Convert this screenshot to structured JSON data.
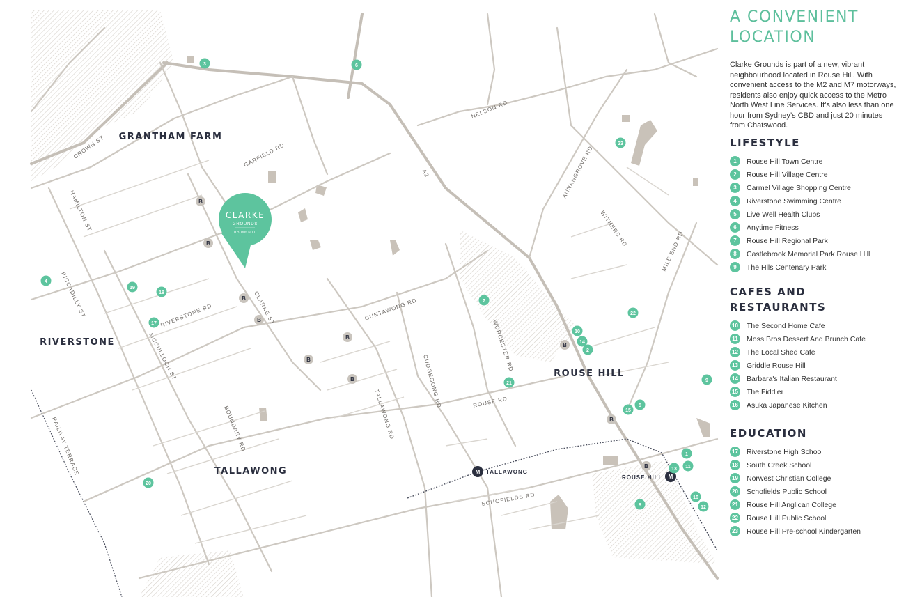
{
  "panel": {
    "title": "A CONVENIENT LOCATION",
    "intro": "Clarke Grounds is part of a new, vibrant neighbourhood located in Rouse Hill. With convenient access to the M2 and M7 motorways, residents also enjoy quick access to the Metro North West Line Services. It’s also less than one hour from Sydney’s CBD and just 20 minutes from Chatswood.",
    "sections": [
      {
        "heading": "LIFESTYLE",
        "items": [
          {
            "n": "1",
            "label": "Rouse Hill Town Centre"
          },
          {
            "n": "2",
            "label": "Rouse Hill Village Centre"
          },
          {
            "n": "3",
            "label": "Carmel Village Shopping Centre"
          },
          {
            "n": "4",
            "label": "Riverstone Swimming Centre"
          },
          {
            "n": "5",
            "label": "Live Well Health Clubs"
          },
          {
            "n": "6",
            "label": "Anytime Fitness"
          },
          {
            "n": "7",
            "label": "Rouse Hill Regional Park"
          },
          {
            "n": "8",
            "label": "Castlebrook Memorial Park Rouse Hill"
          },
          {
            "n": "9",
            "label": "The Hlls Centenary Park"
          }
        ]
      },
      {
        "heading": "CAFES AND RESTAURANTS",
        "items": [
          {
            "n": "10",
            "label": "The Second Home Cafe"
          },
          {
            "n": "11",
            "label": "Moss Bros Dessert And Brunch Cafe"
          },
          {
            "n": "12",
            "label": "The Local Shed Cafe"
          },
          {
            "n": "13",
            "label": "Griddle Rouse Hill"
          },
          {
            "n": "14",
            "label": "Barbara's Italian Restaurant"
          },
          {
            "n": "15",
            "label": "The Fiddler"
          },
          {
            "n": "16",
            "label": "Asuka Japanese Kitchen"
          }
        ]
      },
      {
        "heading": "EDUCATION",
        "items": [
          {
            "n": "17",
            "label": "Riverstone High School"
          },
          {
            "n": "18",
            "label": "South Creek School"
          },
          {
            "n": "19",
            "label": "Norwest Christian College"
          },
          {
            "n": "20",
            "label": "Schofields Public School"
          },
          {
            "n": "21",
            "label": "Rouse Hill Anglican College"
          },
          {
            "n": "22",
            "label": "Rouse Hill Public School"
          },
          {
            "n": "23",
            "label": "Rouse Hill Pre-school Kindergarten"
          }
        ]
      }
    ]
  },
  "map": {
    "pin": {
      "line1": "CLARKE",
      "line2": "GROUNDS",
      "line3": "ROUSE HILL"
    },
    "areas": [
      "GRANTHAM FARM",
      "RIVERSTONE",
      "TALLAWONG",
      "ROUSE HILL"
    ],
    "roads": [
      "CROWN ST",
      "HAMILTON ST",
      "GARFIELD RD",
      "PICCADILLY ST",
      "RIVERSTONE RD",
      "MCCULLOCH ST",
      "CLARKE ST",
      "GUNTAWONG RD",
      "WORCESTER RD",
      "CUDGEGONG RD",
      "TALLAWONG RD",
      "BOUNDARY RD",
      "RAILWAY TERRACE",
      "SCHOFIELDS RD",
      "ROUSE RD",
      "NELSON RD",
      "A2",
      "ANNANGROVE RD",
      "WITHERS RD",
      "MILE END RD"
    ],
    "stations": [
      {
        "icon": "M",
        "label": "TALLAWONG"
      },
      {
        "icon": "M",
        "label": "ROUSE HILL"
      }
    ],
    "bus_stop_label": "B",
    "markers": [
      "3",
      "6",
      "23",
      "4",
      "19",
      "18",
      "17",
      "7",
      "22",
      "10",
      "14",
      "2",
      "9",
      "21",
      "15",
      "5",
      "1",
      "11",
      "13",
      "16",
      "12",
      "8",
      "20"
    ],
    "colors": {
      "accent": "#5dc49e",
      "road": "#cdc8c1",
      "navy": "#2b2f3f"
    }
  }
}
